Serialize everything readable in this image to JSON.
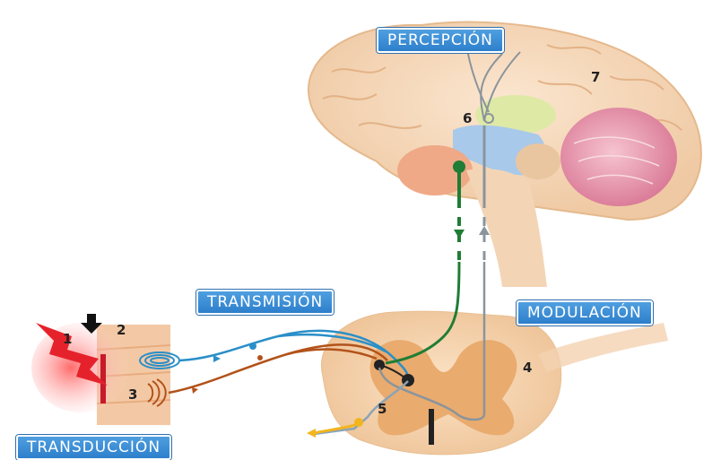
{
  "labels": {
    "percepcion": "PERCEPCIÓN",
    "transmision": "TRANSMISIÓN",
    "modulacion": "MODULACIÓN",
    "transduccion": "TRANSDUCCIÓN"
  },
  "numbers": {
    "n1": "1",
    "n2": "2",
    "n3": "3",
    "n4": "4",
    "n5": "5",
    "n6": "6",
    "n7": "7"
  }
}
